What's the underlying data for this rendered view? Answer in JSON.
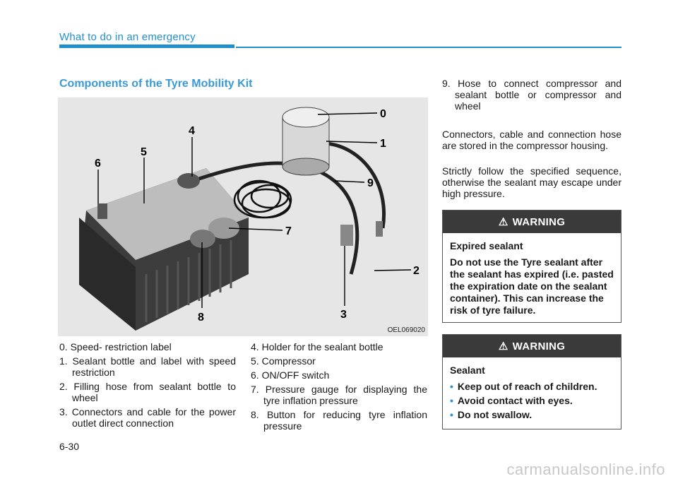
{
  "header": {
    "title": "What to do in an emergency"
  },
  "section": {
    "title": "Components of the Tyre Mobility Kit"
  },
  "figure": {
    "code": "OEL069020",
    "callouts": [
      "0",
      "1",
      "2",
      "3",
      "4",
      "5",
      "6",
      "7",
      "8",
      "9"
    ]
  },
  "components_col1": [
    {
      "num": "0.",
      "text": "Speed- restriction label"
    },
    {
      "num": "1.",
      "text": "Sealant bottle and label with speed restriction"
    },
    {
      "num": "2.",
      "text": "Filling hose from sealant bottle to wheel"
    },
    {
      "num": "3.",
      "text": "Connectors and cable for the power outlet direct connection"
    }
  ],
  "components_col2": [
    {
      "num": "4.",
      "text": "Holder for the sealant bottle"
    },
    {
      "num": "5.",
      "text": "Compressor"
    },
    {
      "num": "6.",
      "text": "ON/OFF switch"
    },
    {
      "num": "7.",
      "text": "Pressure gauge for displaying the tyre inflation pressure"
    },
    {
      "num": "8.",
      "text": "Button for reducing tyre inflation pressure"
    }
  ],
  "components_col3": [
    {
      "num": "9.",
      "text": "Hose to connect compressor and sealant bottle or compressor and wheel"
    }
  ],
  "paragraphs": [
    "Connectors, cable and connection hose are stored in the compressor housing.",
    "Strictly follow the specified sequence, otherwise the sealant may escape under high pressure."
  ],
  "warning1": {
    "label": "WARNING",
    "title": "Expired sealant",
    "text": "Do not use the Tyre sealant after the sealant has expired (i.e. pasted the expiration date on the sealant container). This can increase the risk of tyre failure."
  },
  "warning2": {
    "label": "WARNING",
    "title": "Sealant",
    "bullets": [
      "Keep out of reach of children.",
      "Avoid contact with eyes.",
      "Do not swallow."
    ]
  },
  "page_number": "6-30",
  "watermark": "carmanualsonline.info",
  "colors": {
    "accent": "#1f8fd0",
    "warning_header": "#3a3a3a"
  }
}
